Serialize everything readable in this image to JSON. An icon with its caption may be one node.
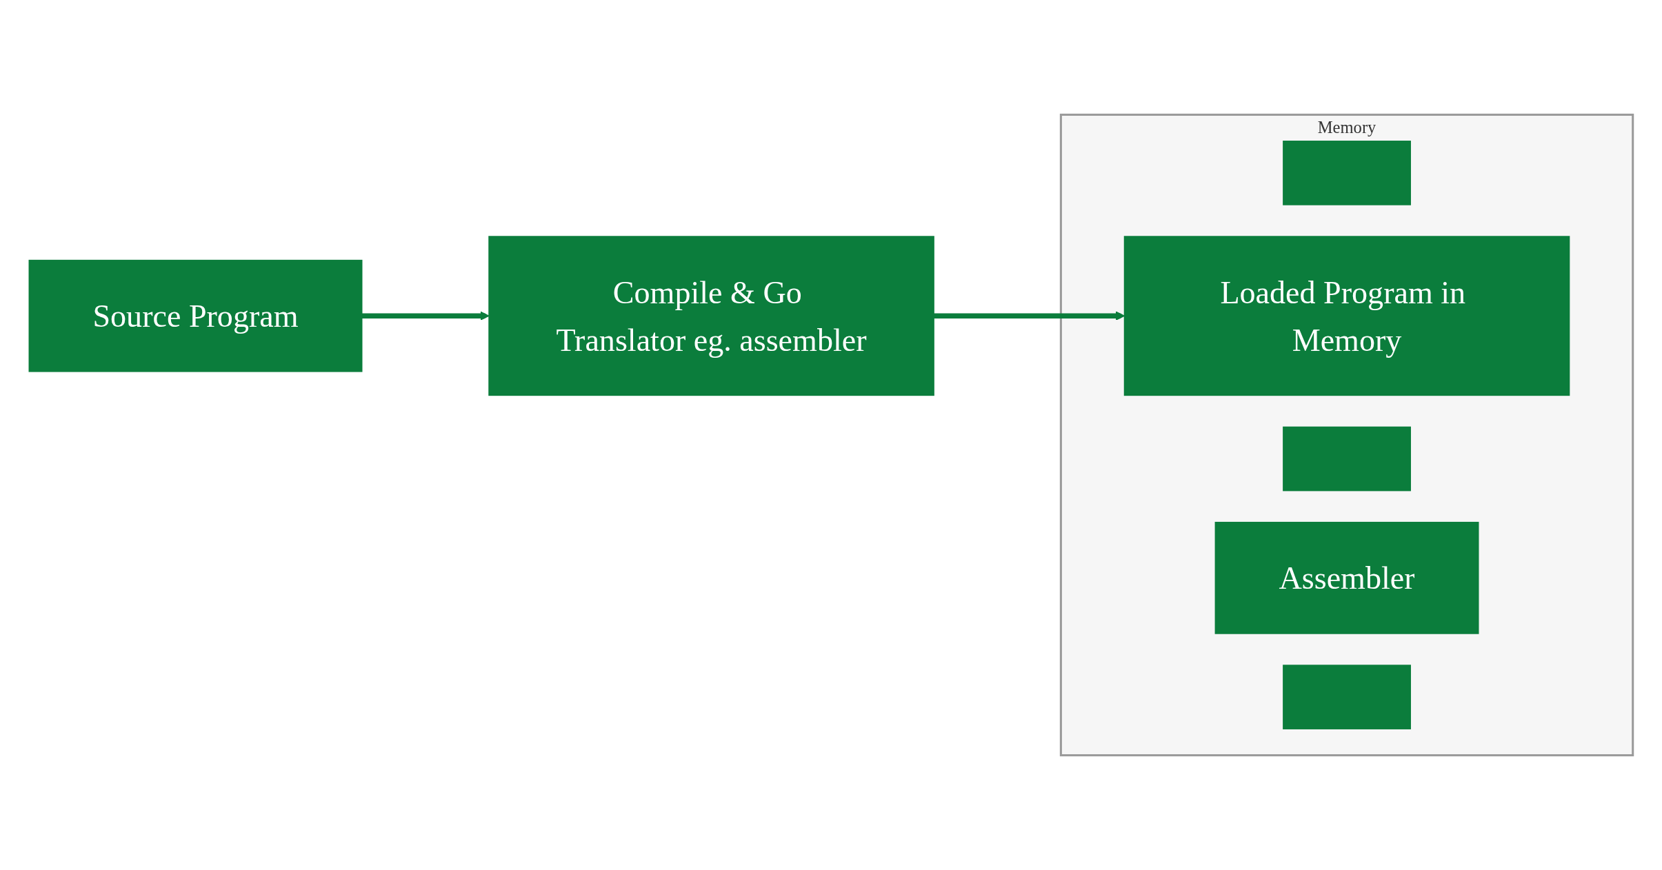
{
  "diagram": {
    "nodes": [
      {
        "text": [
          "Source Program"
        ]
      },
      {
        "text": [
          "Compile & Go Translator eg. assembler"
        ]
      },
      {
        "text": [
          "Memory"
        ]
      },
      {
        "text": [],
        "shape": "box",
        "in": 2
      },
      {
        "text": [
          "Loaded Program in Memory"
        ],
        "in": 2
      },
      {
        "text": [],
        "shape": "box",
        "in": 2
      },
      {
        "text": [
          "Assembler"
        ],
        "in": 2
      },
      {
        "text": [],
        "shape": "box",
        "in": 2
      }
    ],
    "edges": [
      {
        "from": 0,
        "to": 1,
        "arrow": "to"
      },
      {
        "from": 1,
        "to": 4,
        "arrow": "to"
      }
    ]
  }
}
